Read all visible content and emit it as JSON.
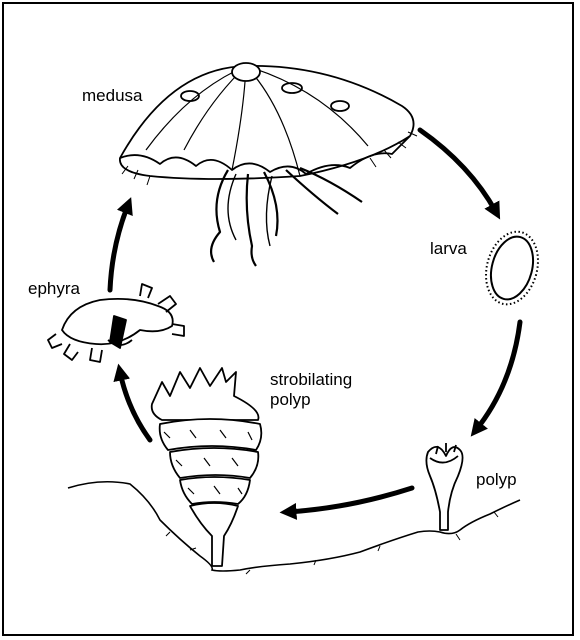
{
  "diagram": {
    "stages": {
      "medusa": "medusa",
      "larva": "larva",
      "polyp": "polyp",
      "strobilating_polyp": "strobilating\npolyp",
      "ephyra": "ephyra"
    },
    "colors": {
      "ink": "#000000",
      "paper": "#ffffff"
    }
  }
}
